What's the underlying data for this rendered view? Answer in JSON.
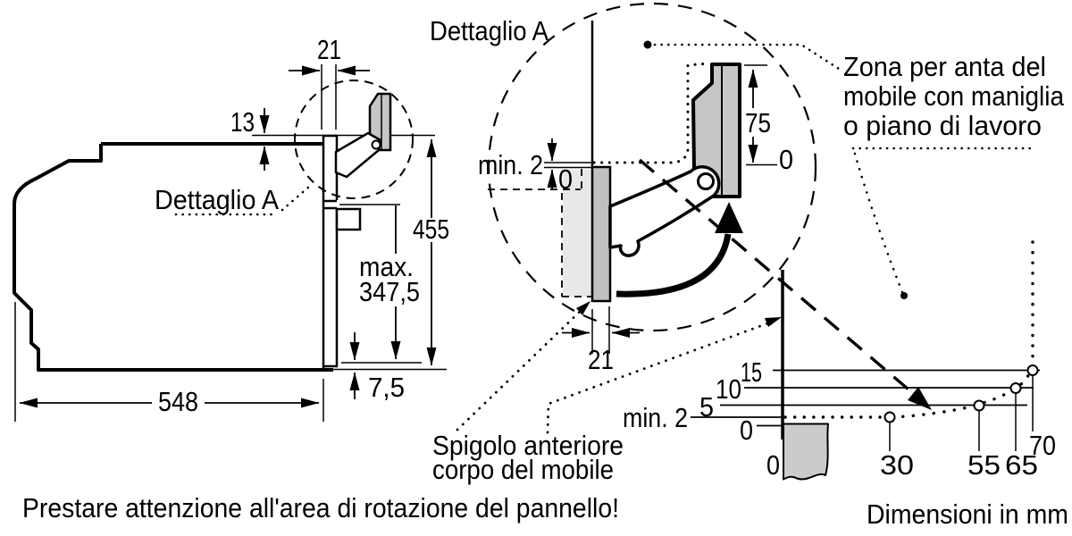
{
  "left_view": {
    "detail_ref": "Dettaglio A",
    "dims": {
      "top_gap": "21",
      "panel_offset": "13",
      "height": "455",
      "max_label": "max.",
      "max_value": "347,5",
      "bottom_gap": "7,5",
      "depth": "548"
    }
  },
  "detail_view": {
    "title": "Dettaglio A",
    "dims": {
      "min_gap": "min. 2",
      "zero_left": "0",
      "door_height": "75",
      "zero_right": "0",
      "edge_thickness": "21"
    }
  },
  "notes": {
    "zone": [
      "Zona per anta del",
      "mobile con maniglia",
      "o piano di lavoro"
    ],
    "front_edge": [
      "Spigolo anteriore",
      "corpo del mobile"
    ],
    "warning": "Prestare attenzione all'area di rotazione del pannello!",
    "units": "Dimensioni in mm"
  },
  "chart_data": {
    "type": "scatter",
    "description": "Required gap (mm) vs distance from cabinet front edge (mm) for door rotation clearance",
    "y_ticks": [
      "15",
      "10",
      "5",
      "min. 2",
      "0"
    ],
    "x_ticks": [
      "0",
      "30",
      "55",
      "65",
      "70"
    ],
    "points": [
      [
        30,
        2
      ],
      [
        55,
        5
      ],
      [
        65,
        10
      ],
      [
        70,
        15
      ]
    ],
    "x_range": [
      0,
      70
    ],
    "y_range": [
      0,
      15
    ]
  }
}
